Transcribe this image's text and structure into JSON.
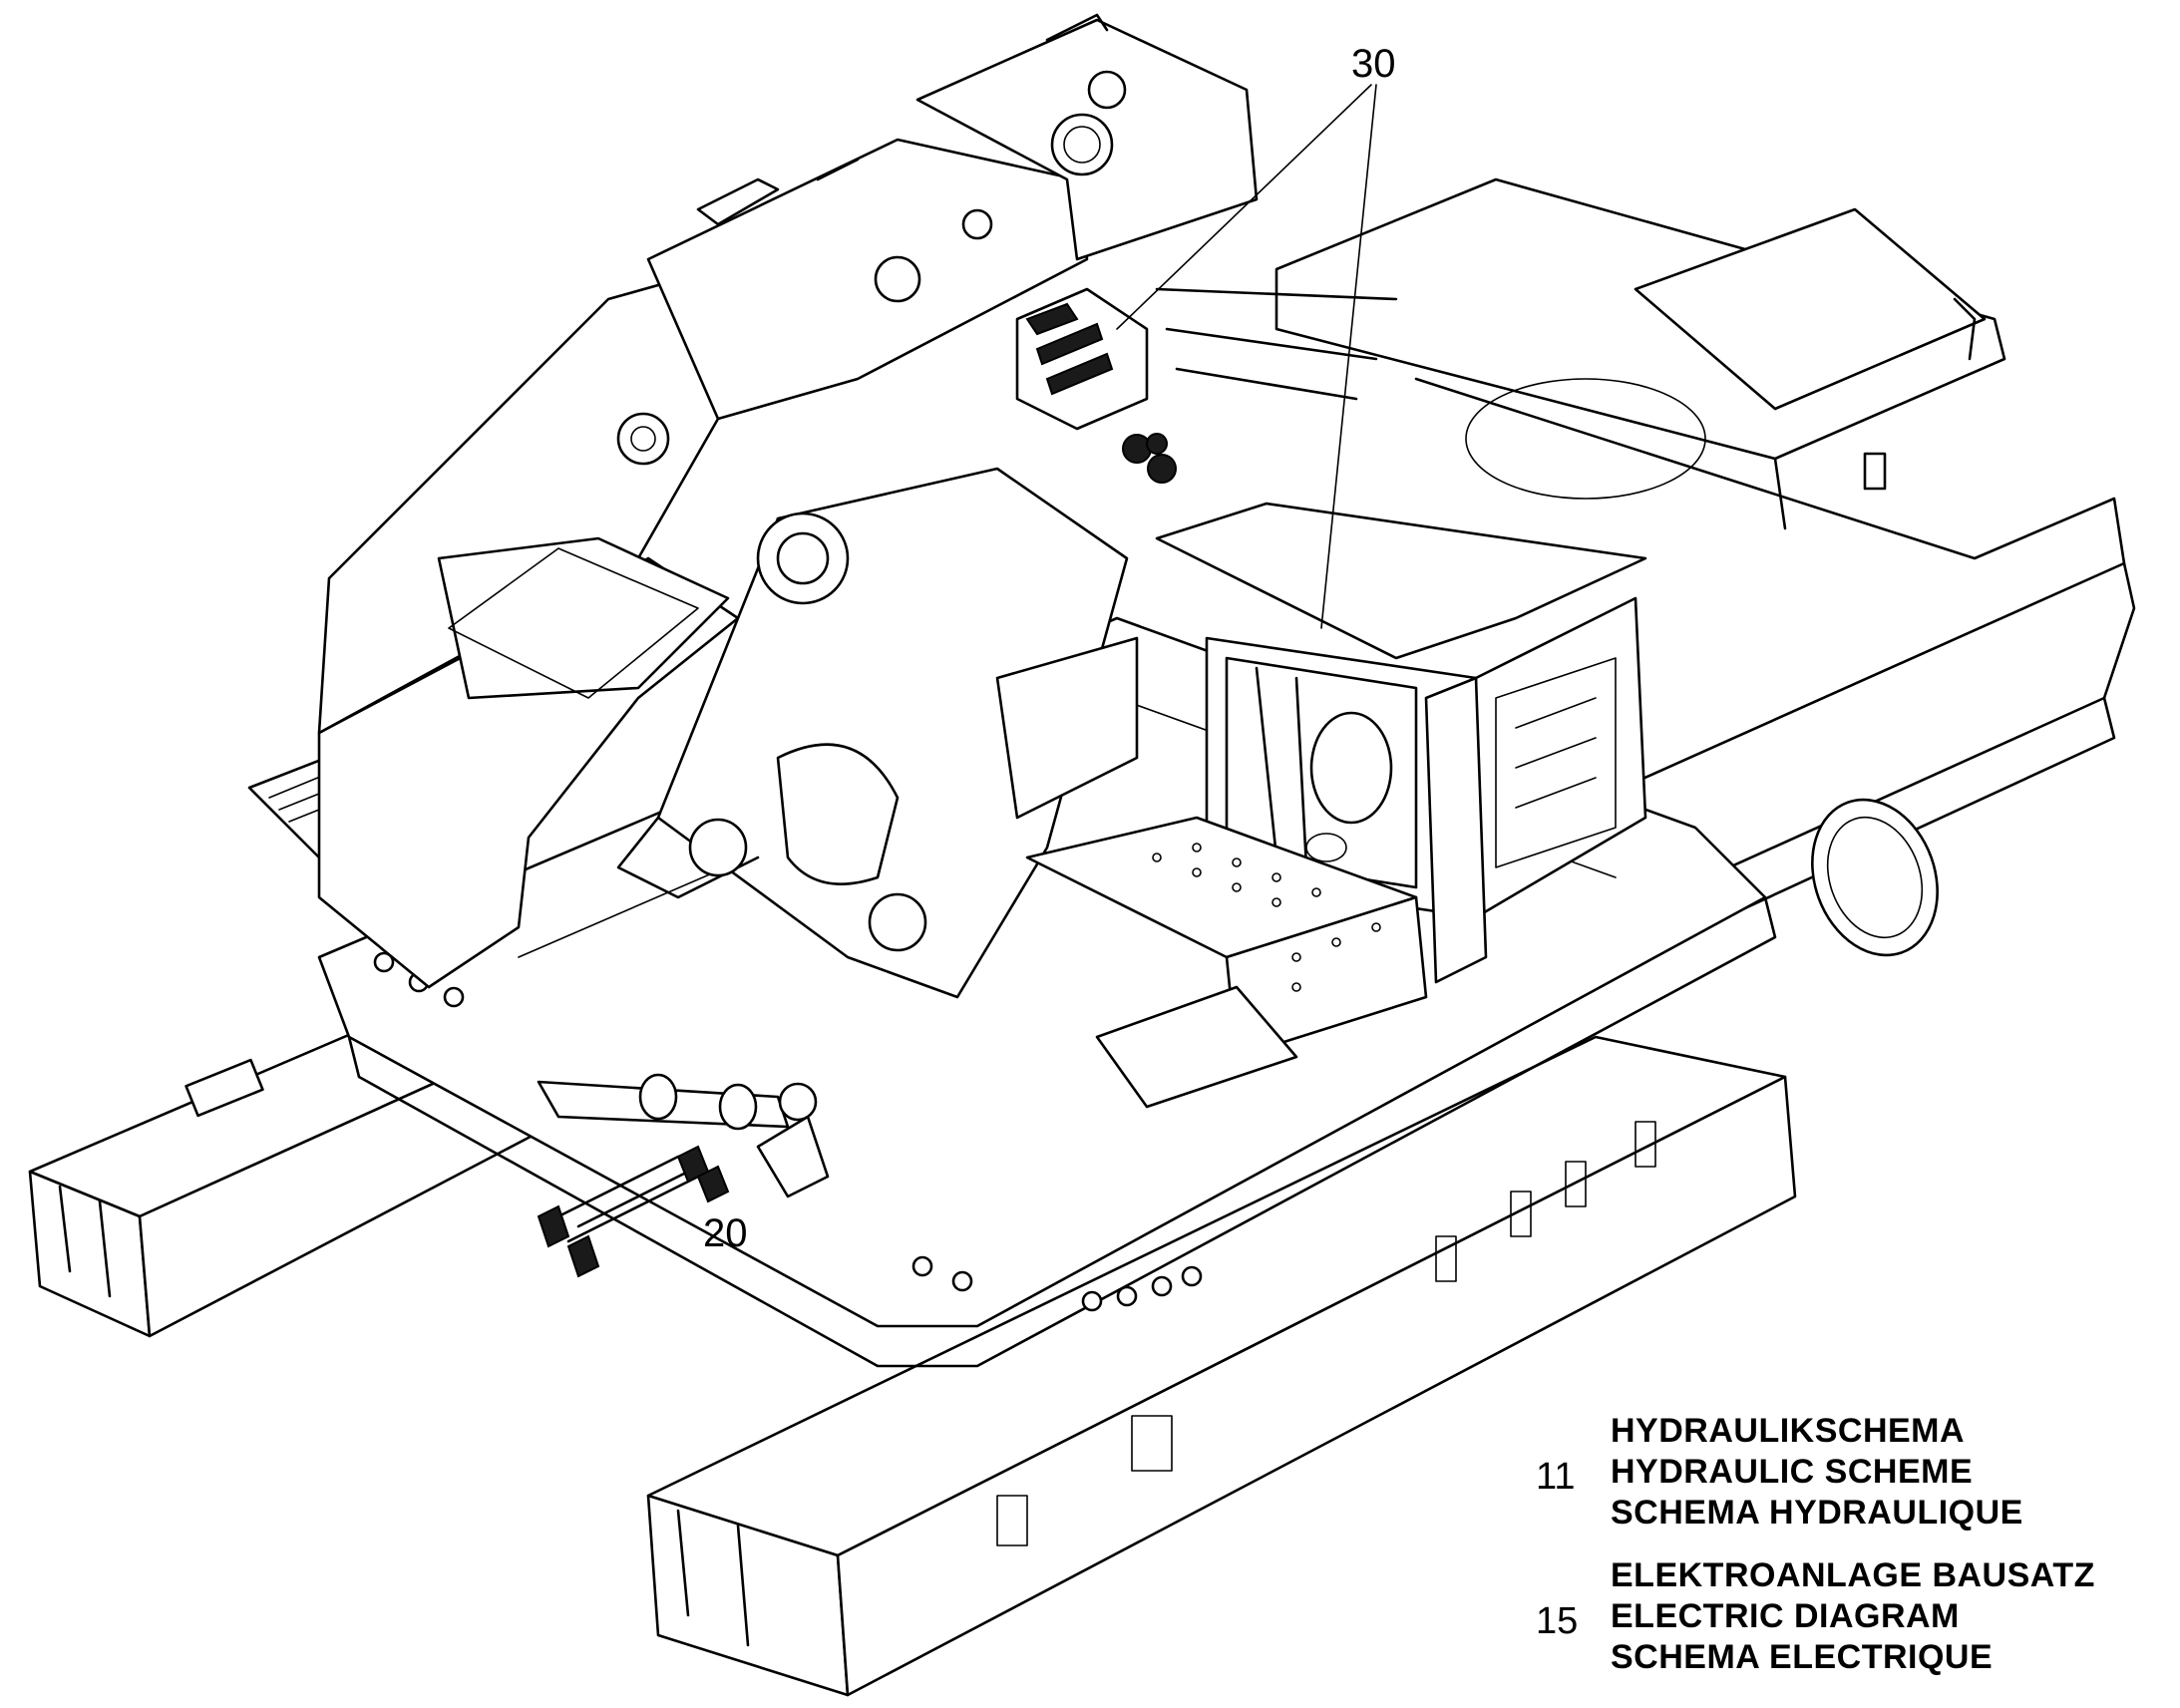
{
  "callouts": [
    {
      "number": "30"
    },
    {
      "number": "20"
    }
  ],
  "legend": [
    {
      "number": "11",
      "lines": [
        "HYDRAULIKSCHEMA",
        "HYDRAULIC SCHEME",
        "SCHEMA HYDRAULIQUE"
      ]
    },
    {
      "number": "15",
      "lines": [
        "ELEKTROANLAGE BAUSATZ",
        "ELECTRIC DIAGRAM",
        "SCHEMA ELECTRIQUE"
      ]
    }
  ]
}
